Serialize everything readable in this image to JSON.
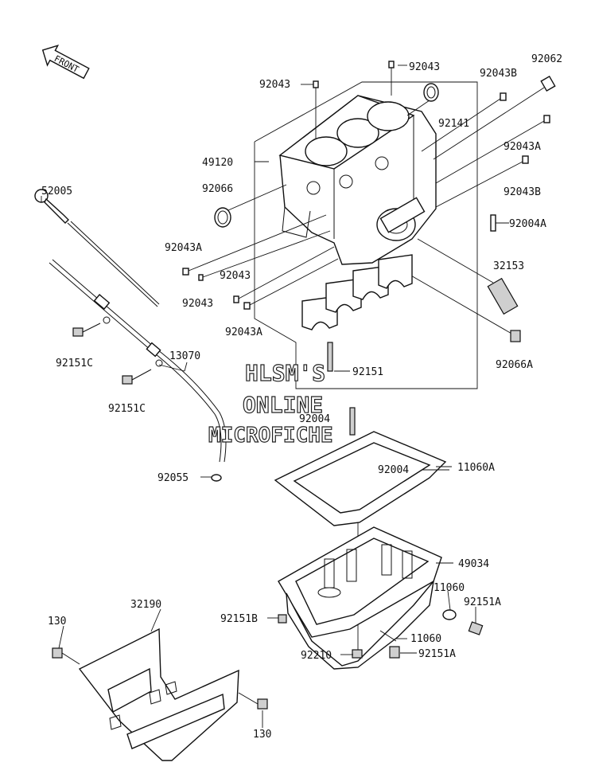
{
  "watermark": {
    "line1": "HLSM'S",
    "line2": "ONLINE",
    "line3": "MICROFICHE"
  },
  "front_marker": {
    "text": "FRONT",
    "icon": "front-arrow-icon"
  },
  "callouts": [
    {
      "id": "92043-top-a",
      "text": "92043"
    },
    {
      "id": "92043-top-b",
      "text": "92043"
    },
    {
      "id": "92043B-top",
      "text": "92043B"
    },
    {
      "id": "92062",
      "text": "92062"
    },
    {
      "id": "92141",
      "text": "92141"
    },
    {
      "id": "49120",
      "text": "49120"
    },
    {
      "id": "92043A-right",
      "text": "92043A"
    },
    {
      "id": "92066",
      "text": "92066"
    },
    {
      "id": "92043B-right",
      "text": "92043B"
    },
    {
      "id": "52005",
      "text": "52005"
    },
    {
      "id": "92004A",
      "text": "92004A"
    },
    {
      "id": "92043A-left",
      "text": "92043A"
    },
    {
      "id": "92043-mid-a",
      "text": "92043"
    },
    {
      "id": "32153",
      "text": "32153"
    },
    {
      "id": "92043-mid-b",
      "text": "92043"
    },
    {
      "id": "92043A-bottom",
      "text": "92043A"
    },
    {
      "id": "92151C-a",
      "text": "92151C"
    },
    {
      "id": "92066A",
      "text": "92066A"
    },
    {
      "id": "13070",
      "text": "13070"
    },
    {
      "id": "92151",
      "text": "92151"
    },
    {
      "id": "92151C-b",
      "text": "92151C"
    },
    {
      "id": "92004-a",
      "text": "92004"
    },
    {
      "id": "92004-b",
      "text": "92004"
    },
    {
      "id": "11060A",
      "text": "11060A"
    },
    {
      "id": "92055",
      "text": "92055"
    },
    {
      "id": "49034",
      "text": "49034"
    },
    {
      "id": "11060-a",
      "text": "11060"
    },
    {
      "id": "92151A-a",
      "text": "92151A"
    },
    {
      "id": "130-a",
      "text": "130"
    },
    {
      "id": "32190",
      "text": "32190"
    },
    {
      "id": "92151B",
      "text": "92151B"
    },
    {
      "id": "11060-b",
      "text": "11060"
    },
    {
      "id": "92210",
      "text": "92210"
    },
    {
      "id": "92151A-b",
      "text": "92151A"
    },
    {
      "id": "130-b",
      "text": "130"
    }
  ]
}
